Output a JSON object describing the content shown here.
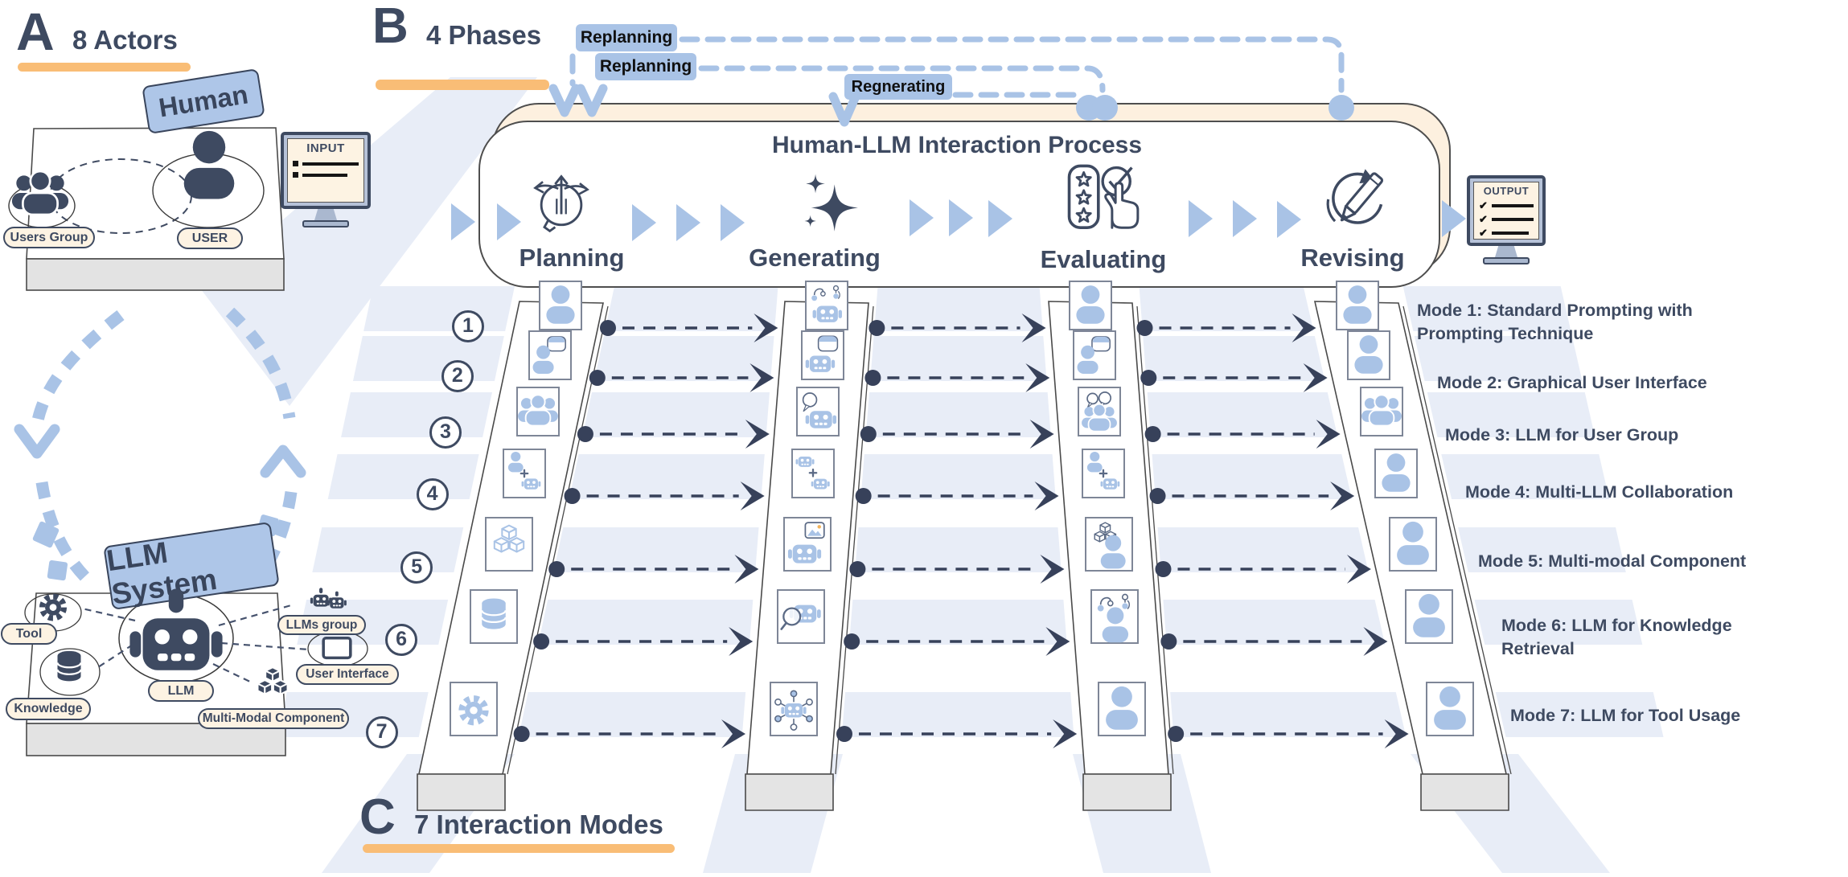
{
  "colors": {
    "navy": "#3e4a61",
    "light_blue": "#a9c3e6",
    "pale_blue": "#e8edf7",
    "cream": "#fdf3e3",
    "peach_band": "#fdf0df",
    "orange": "#f9bd76",
    "gray_base": "#e3e3e3"
  },
  "sections": {
    "a": {
      "letter": "A",
      "title": "8 Actors"
    },
    "b": {
      "letter": "B",
      "title": "4 Phases"
    },
    "c": {
      "letter": "C",
      "title": "7 Interaction Modes"
    }
  },
  "human_box": {
    "label": "Human",
    "users_group_label": "Users Group",
    "user_label": "USER",
    "users_group_icon": "users-group-navy",
    "user_icon": "person-navy"
  },
  "llm_system": {
    "label": "LLM System",
    "components": [
      {
        "label": "Tool",
        "icon": "gear-navy"
      },
      {
        "label": "Knowledge",
        "icon": "database-navy"
      },
      {
        "label": "LLM",
        "icon": "robot-navy"
      },
      {
        "label": "LLMs group",
        "icon": "robots-pair"
      },
      {
        "label": "User Interface",
        "icon": "monitor-navy"
      },
      {
        "label": "Multi-Modal Component",
        "icon": "cubes-navy"
      }
    ]
  },
  "process": {
    "title": "Human-LLM Interaction Process",
    "input_label": "INPUT",
    "output_label": "OUTPUT",
    "phases": [
      {
        "name": "Planning",
        "icon": "head-arrows"
      },
      {
        "name": "Generating",
        "icon": "sparkle"
      },
      {
        "name": "Evaluating",
        "icon": "rating-hand"
      },
      {
        "name": "Revising",
        "icon": "revise-pencil"
      }
    ],
    "feedback": [
      {
        "label": "Replanning"
      },
      {
        "label": "Replanning"
      },
      {
        "label": "Regnerating"
      }
    ]
  },
  "modes": [
    {
      "number": "1",
      "label": "Mode 1: Standard Prompting with Prompting Technique",
      "icons": {
        "planning": "person",
        "generating": "robot-plan",
        "evaluating": "person",
        "revising": "person"
      }
    },
    {
      "number": "2",
      "label": "Mode 2: Graphical User Interface",
      "icons": {
        "planning": "person-gui",
        "generating": "robot-gui",
        "evaluating": "person-gui",
        "revising": "person"
      }
    },
    {
      "number": "3",
      "label": "Mode 3: LLM for User Group",
      "icons": {
        "planning": "users-group",
        "generating": "robot-chat",
        "evaluating": "users-chat",
        "revising": "users-group"
      }
    },
    {
      "number": "4",
      "label": "Mode 4: Multi-LLM Collaboration",
      "icons": {
        "planning": "person-robot",
        "generating": "robot-robot",
        "evaluating": "person-robot",
        "revising": "person"
      }
    },
    {
      "number": "5",
      "label": "Mode 5: Multi-modal Component",
      "icons": {
        "planning": "cubes",
        "generating": "robot-image",
        "evaluating": "cubes-person",
        "revising": "person"
      }
    },
    {
      "number": "6",
      "label": "Mode 6: LLM for Knowledge Retrieval",
      "icons": {
        "planning": "database",
        "generating": "robot-search",
        "evaluating": "workflow-person",
        "revising": "person"
      }
    },
    {
      "number": "7",
      "label": "Mode 7: LLM for Tool Usage",
      "icons": {
        "planning": "gear",
        "generating": "robot-network",
        "evaluating": "person",
        "revising": "person"
      }
    }
  ]
}
